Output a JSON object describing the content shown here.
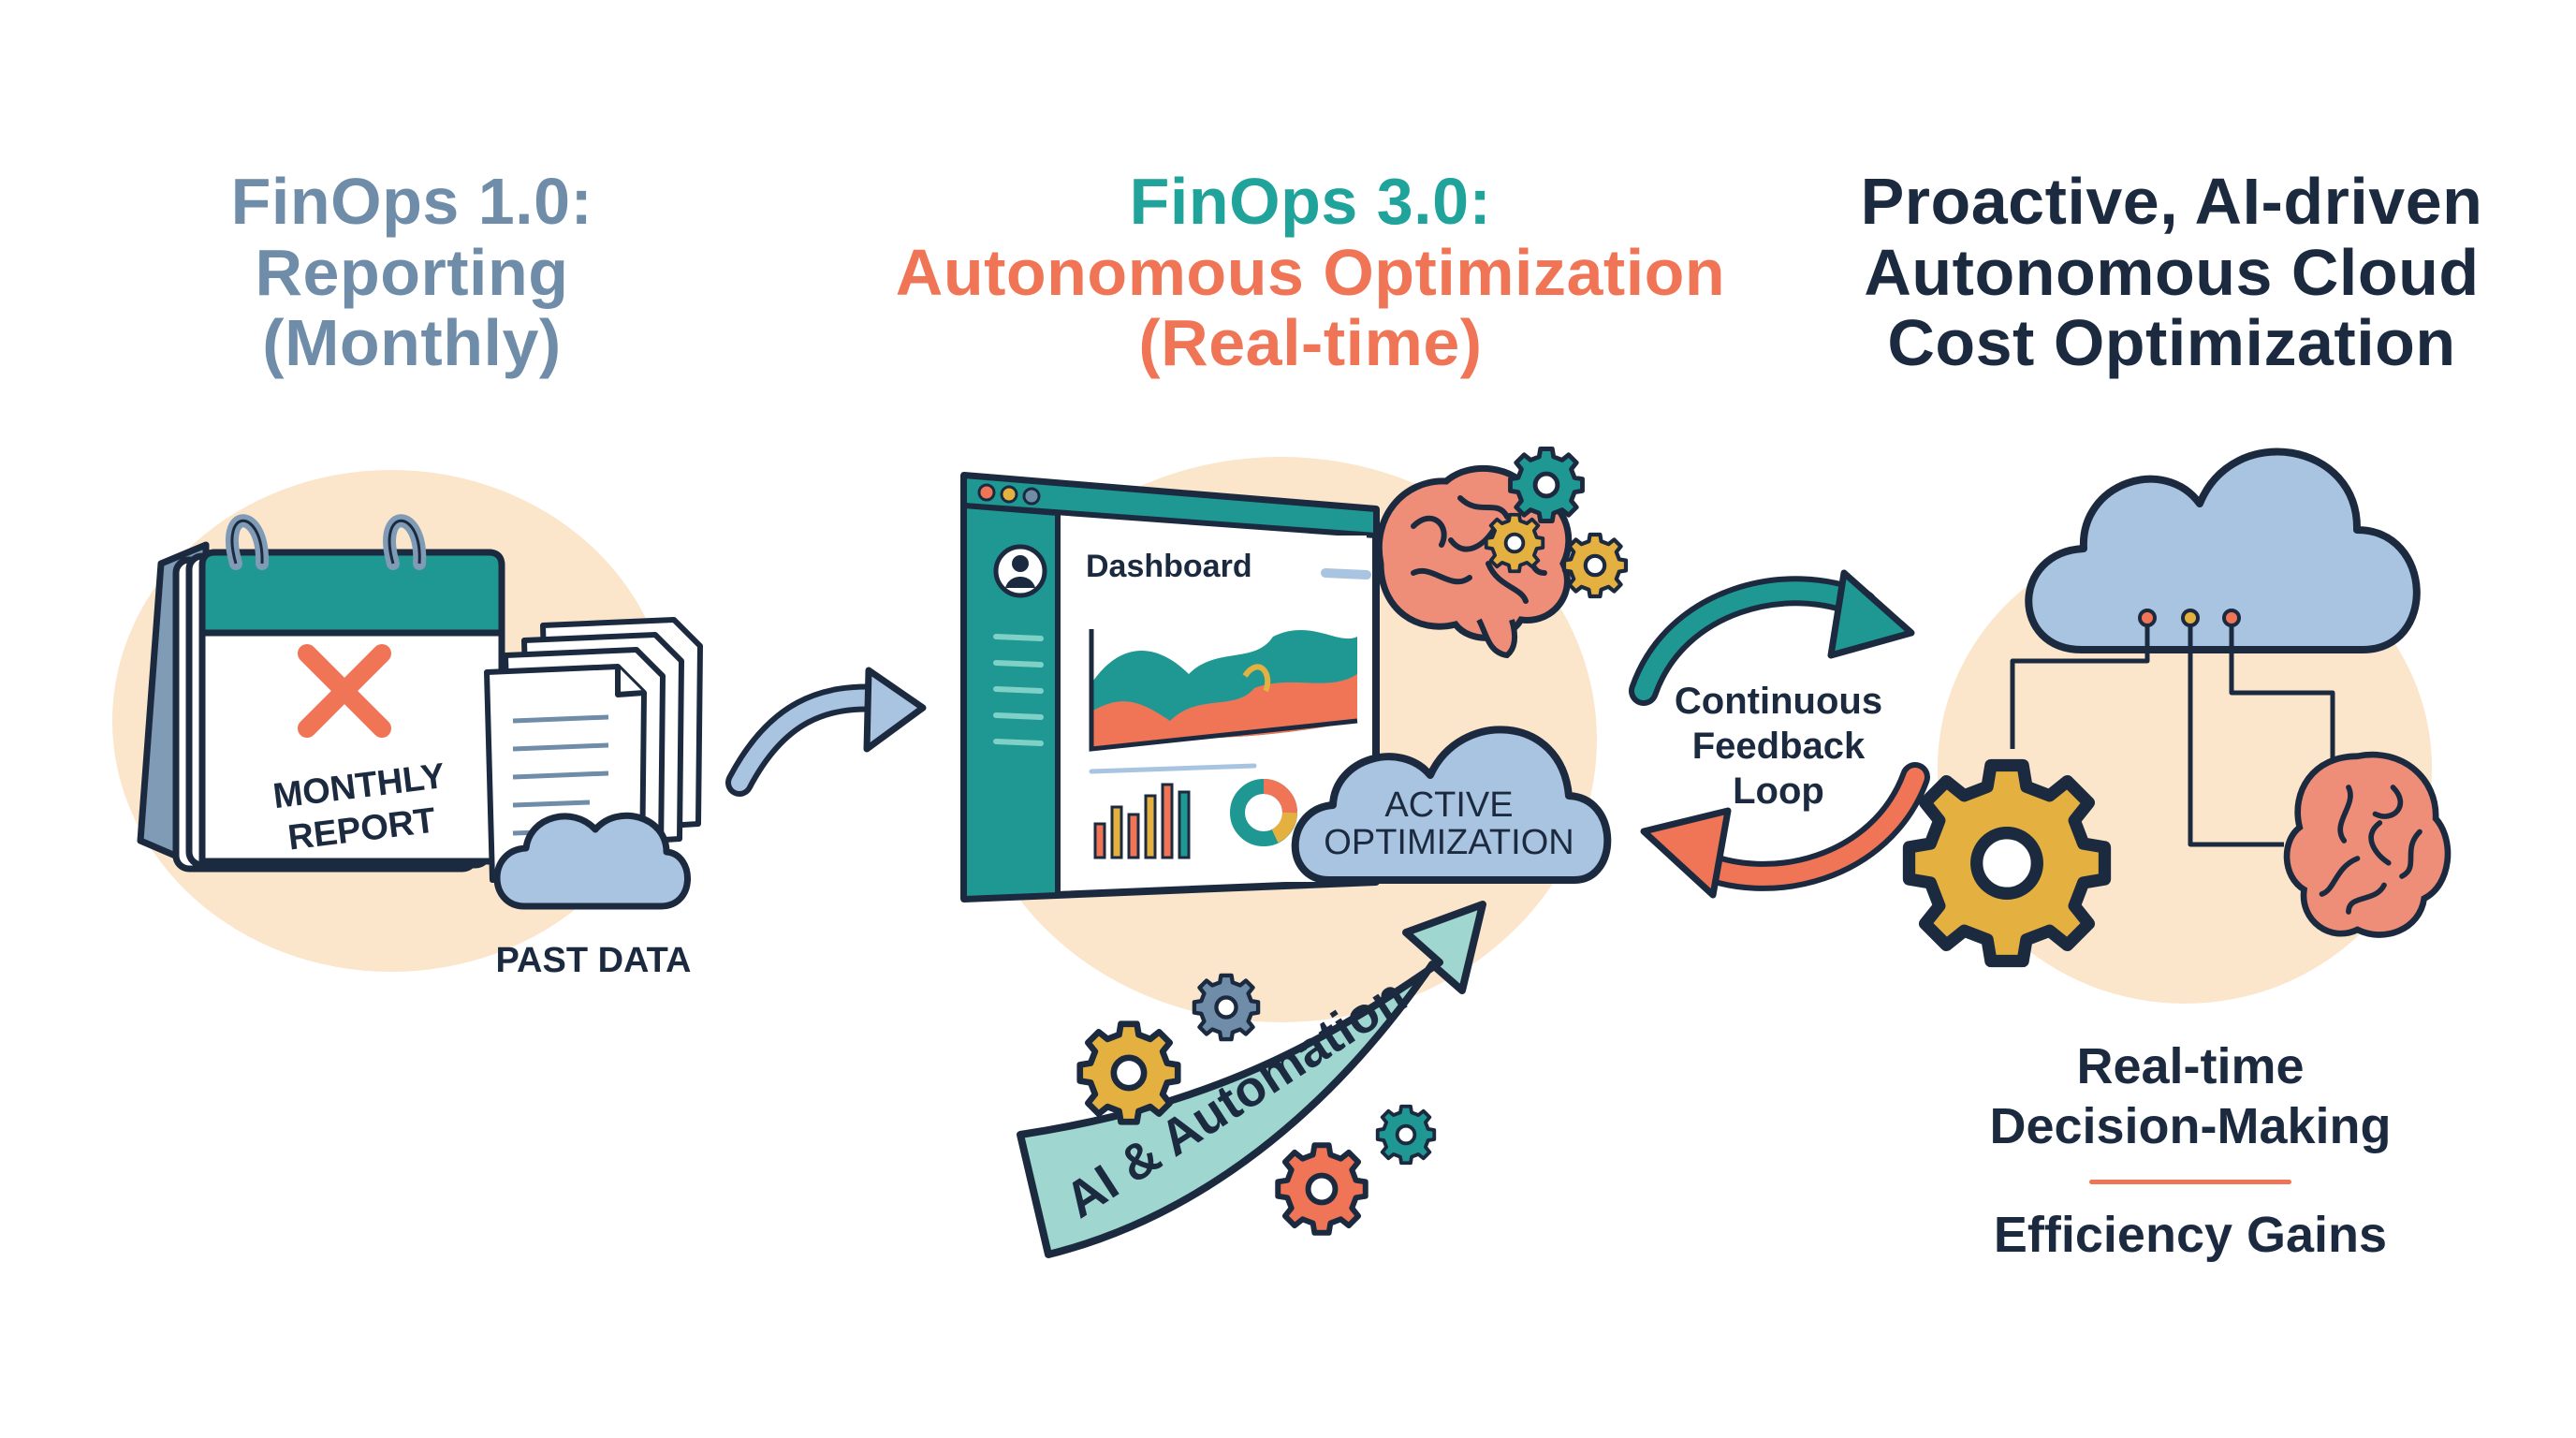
{
  "stage1": {
    "title_lines": [
      "FinOps 1.0:",
      "Reporting",
      "(Monthly)"
    ],
    "calendar_text": [
      "MONTHLY",
      "REPORT"
    ],
    "cloud_label": "PAST DATA"
  },
  "stage2": {
    "title_lines": [
      "FinOps 3.0:",
      "Autonomous Optimization",
      "(Real-time)"
    ],
    "dashboard_label": "Dashboard",
    "cloud_label": [
      "ACTIVE",
      "OPTIMIZATION"
    ],
    "arrow_label": "AI & Automation"
  },
  "loop": {
    "label_lines": [
      "Continuous",
      "Feedback",
      "Loop"
    ]
  },
  "stage3": {
    "title_lines": [
      "Proactive, AI-driven",
      "Autonomous Cloud",
      "Cost Optimization"
    ],
    "benefit_1": [
      "Real-time",
      "Decision-Making"
    ],
    "benefit_2": "Efficiency Gains"
  },
  "colors": {
    "teal": "#1fa39a",
    "coral": "#ef7556",
    "slate_blue": "#6f8ca8",
    "navy": "#1c2a40",
    "gold": "#e4b040",
    "peach_blob": "#fbe5cb",
    "cloud_blue": "#a9c4e0"
  }
}
